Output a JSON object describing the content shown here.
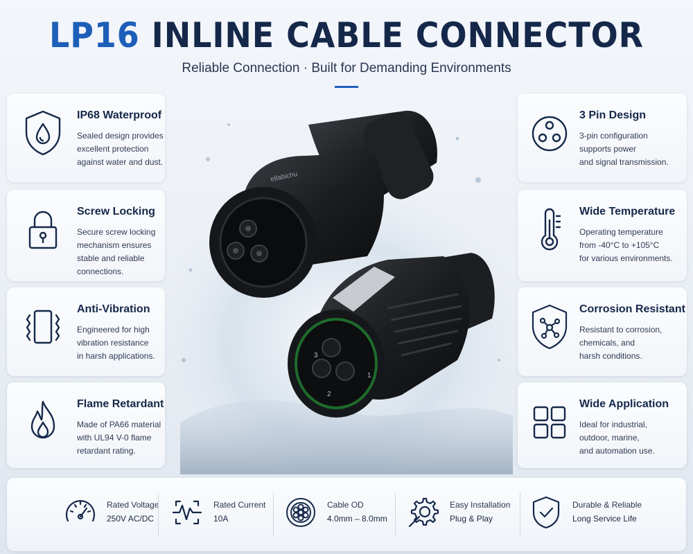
{
  "header": {
    "title_accent": "LP16",
    "title_rest": " INLINE CABLE CONNECTOR",
    "subtitle": "Reliable Connection · Built for Demanding Environments"
  },
  "colors": {
    "accent": "#1d5fb8",
    "navy": "#15284a",
    "text": "#2f3a52"
  },
  "left_features": [
    {
      "icon": "shield-water-drop-icon",
      "title": "IP68 Waterproof",
      "lines": [
        "Sealed design provides",
        "excellent protection",
        "against water and dust."
      ]
    },
    {
      "icon": "padlock-icon",
      "title": "Screw Locking",
      "lines": [
        "Secure screw locking",
        "mechanism ensures",
        "stable and reliable",
        "connections."
      ]
    },
    {
      "icon": "vibration-icon",
      "title": "Anti-Vibration",
      "lines": [
        "Engineered for high",
        "vibration resistance",
        "in harsh applications."
      ]
    },
    {
      "icon": "flame-icon",
      "title": "Flame Retardant",
      "lines": [
        "Made of PA66 material",
        "with UL94 V-0 flame",
        "retardant rating."
      ]
    }
  ],
  "right_features": [
    {
      "icon": "three-pin-icon",
      "title": "3 Pin Design",
      "lines": [
        "3-pin configuration",
        "supports power",
        "and signal transmission."
      ]
    },
    {
      "icon": "thermometer-icon",
      "title": "Wide Temperature",
      "lines": [
        "Operating temperature",
        "from -40°C to +105°C",
        "for various environments."
      ]
    },
    {
      "icon": "shield-molecule-icon",
      "title": "Corrosion Resistant",
      "lines": [
        "Resistant to corrosion,",
        "chemicals, and",
        "harsh conditions."
      ]
    },
    {
      "icon": "grid-icon",
      "title": "Wide Application",
      "lines": [
        "Ideal for industrial,",
        "outdoor, marine,",
        "and automation use."
      ]
    }
  ],
  "product": {
    "brand_label": "ellabichu",
    "pin_numbers": [
      "3",
      "1",
      "2"
    ]
  },
  "specs": [
    {
      "icon": "gauge-icon",
      "label": "Rated Voltage",
      "value": "250V AC/DC"
    },
    {
      "icon": "current-wave-icon",
      "label": "Rated Current",
      "value": "10A"
    },
    {
      "icon": "cable-cross-section-icon",
      "label": "Cable OD",
      "value": "4.0mm – 8.0mm"
    },
    {
      "icon": "gear-wrench-icon",
      "label": "Easy Installation",
      "value": "Plug & Play"
    },
    {
      "icon": "shield-check-icon",
      "label": "Durable & Reliable",
      "value": "Long Service Life"
    }
  ]
}
